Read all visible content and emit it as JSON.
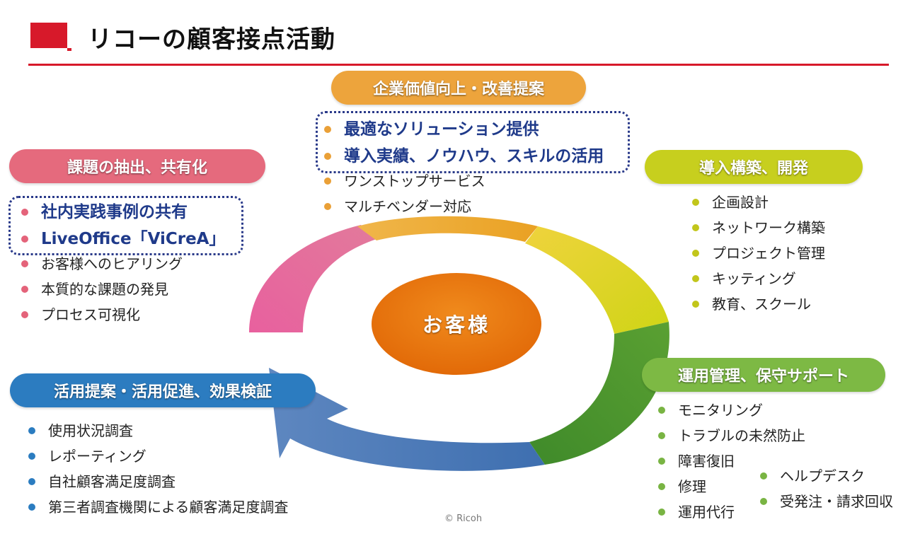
{
  "header": {
    "title": "リコーの顧客接点活動"
  },
  "colors": {
    "accent_red": "#d7192a",
    "orange": "#eda43c",
    "pink": "#e56a7d",
    "yellow": "#c7cf1e",
    "blue": "#2c7cc0",
    "green": "#7db944",
    "center": "#e8760f",
    "emphasis_text": "#1f3a8a"
  },
  "center": {
    "label": "お客様"
  },
  "sections": {
    "top": {
      "title": "企業価値向上・改善提案",
      "highlights": [
        "最適なソリューション提供",
        "導入実績、ノウハウ、スキルの活用"
      ],
      "items": [
        "ワンストップサービス",
        "マルチベンダー対応"
      ]
    },
    "left": {
      "title": "課題の抽出、共有化",
      "highlights": [
        "社内実践事例の共有",
        "LiveOffice「ViCreA」"
      ],
      "items": [
        "お客様へのヒアリング",
        "本質的な課題の発見",
        "プロセス可視化"
      ]
    },
    "right": {
      "title": "導入構築、開発",
      "items": [
        "企画設計",
        "ネットワーク構築",
        "プロジェクト管理",
        "キッティング",
        "教育、スクール"
      ]
    },
    "bottom_left": {
      "title": "活用提案・活用促進、効果検証",
      "items": [
        "使用状況調査",
        "レポーティング",
        "自社顧客満足度調査",
        "第三者調査機関による顧客満足度調査"
      ]
    },
    "bottom_right": {
      "title": "運用管理、保守サポート",
      "items_col1": [
        "モニタリング",
        "トラブルの未然防止",
        "障害復旧",
        "修理",
        "運用代行"
      ],
      "items_col2": [
        "ヘルプデスク",
        "受発注・請求回収"
      ]
    }
  },
  "footer": {
    "copyright": "© Ricoh"
  }
}
